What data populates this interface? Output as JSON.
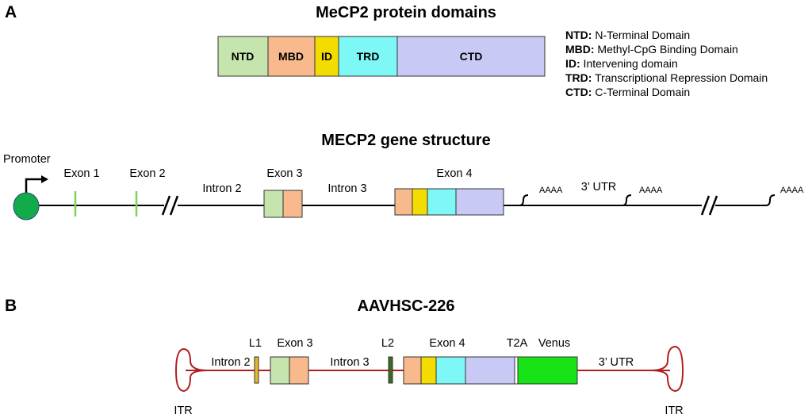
{
  "panel_a": {
    "letter": "A",
    "protein_title": "MeCP2 protein domains",
    "domains": {
      "ntd": "NTD",
      "mbd": "MBD",
      "id": "ID",
      "trd": "TRD",
      "ctd": "CTD"
    },
    "legend": [
      {
        "abbr": "NTD:",
        "text": " N-Terminal Domain"
      },
      {
        "abbr": "MBD:",
        "text": " Methyl-CpG Binding Domain"
      },
      {
        "abbr": "ID:",
        "text": " Intervening domain"
      },
      {
        "abbr": "TRD:",
        "text": " Transcriptional Repression Domain"
      },
      {
        "abbr": "CTD:",
        "text": " C-Terminal Domain"
      }
    ],
    "gene_title": "MECP2 gene structure",
    "gene_labels": {
      "promoter": "Promoter",
      "exon1": "Exon 1",
      "exon2": "Exon 2",
      "intron2": "Intron 2",
      "exon3": "Exon 3",
      "intron3": "Intron 3",
      "exon4": "Exon 4",
      "utr": "3’ UTR",
      "polya1": "AAAA",
      "polya2": "AAAA",
      "polya3": "AAAA"
    }
  },
  "panel_b": {
    "letter": "B",
    "title": "AAVHSC-226",
    "labels": {
      "l1": "L1",
      "exon3": "Exon 3",
      "intron2": "Intron 2",
      "intron3": "Intron 3",
      "l2": "L2",
      "exon4": "Exon 4",
      "t2a": "T2A",
      "venus": "Venus",
      "utr": "3’ UTR",
      "itr_left": "ITR",
      "itr_right": "ITR"
    }
  },
  "colors": {
    "ntd": "#c6e5ae",
    "mbd": "#f8b98c",
    "id": "#f3dd00",
    "trd": "#7ef7f7",
    "ctd": "#c9c9f5",
    "promoter": "#12ab4a",
    "exon_mark": "#7fd35a",
    "vector_line": "#b11e1e",
    "venus": "#17e317",
    "l1": "#e3b92a",
    "l2": "#3d6b22"
  }
}
